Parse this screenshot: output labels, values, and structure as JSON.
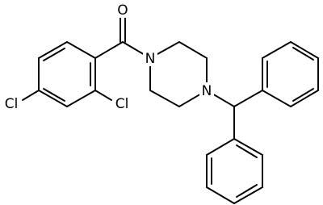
{
  "molecule": {
    "atoms": {
      "oxygen": "O",
      "nitrogen_amide": "N",
      "nitrogen_benzhydryl": "N",
      "chlorine_para": "Cl",
      "chlorine_ortho": "Cl"
    },
    "colors": {
      "bond": "#000000",
      "label": "#000000",
      "background": "#ffffff"
    }
  }
}
